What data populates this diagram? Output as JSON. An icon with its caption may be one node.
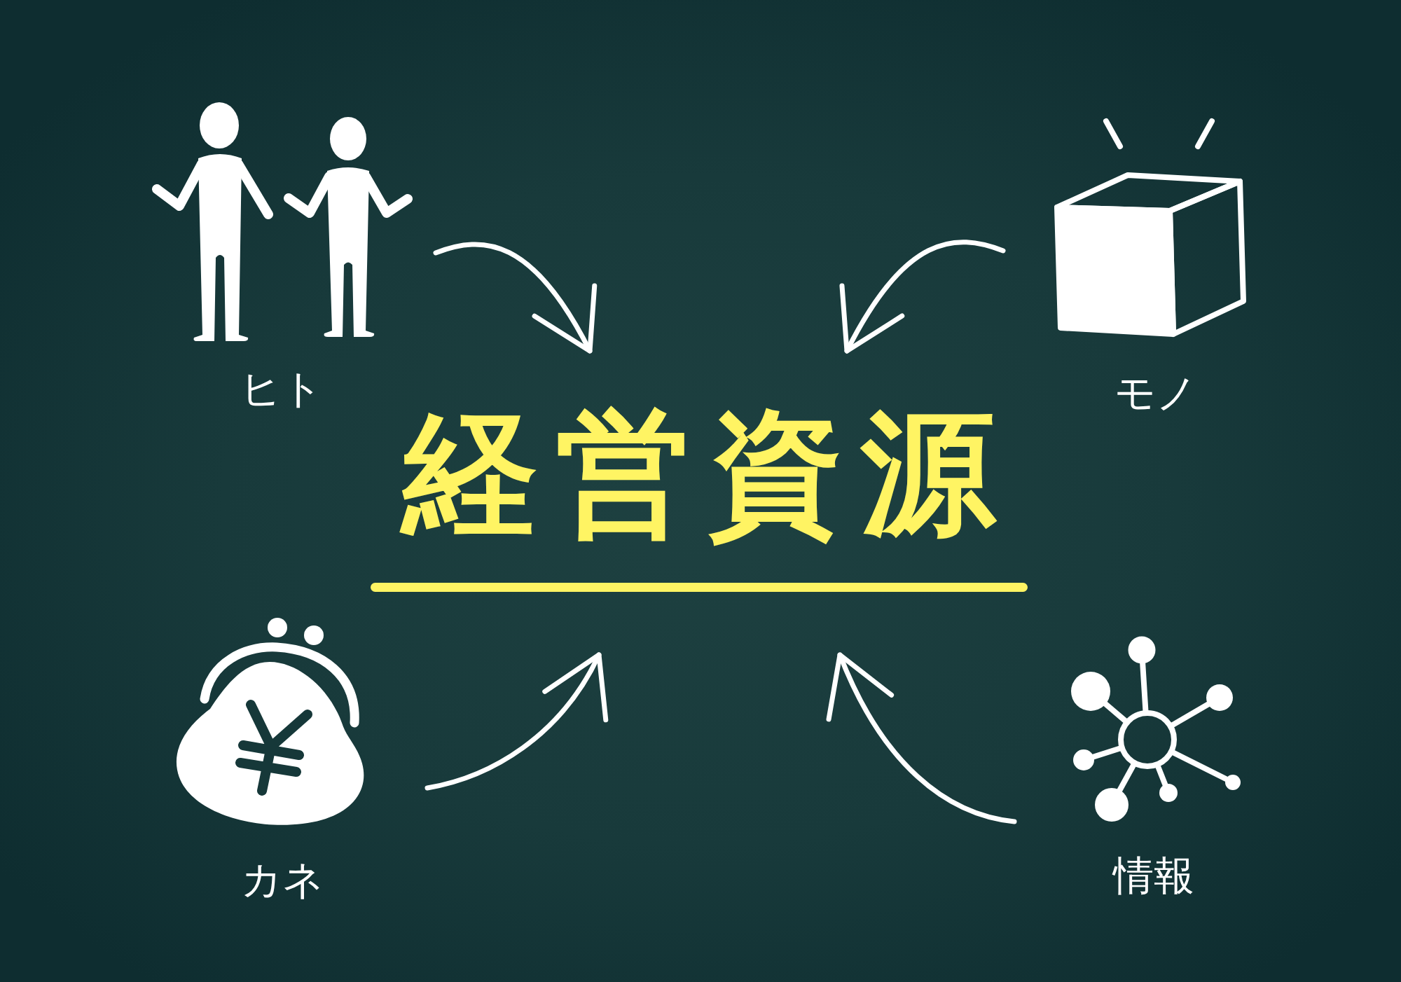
{
  "diagram": {
    "nodes": [
      {
        "text": [
          "経営資源"
        ]
      },
      {
        "text": [
          "ヒト"
        ]
      },
      {
        "text": [
          "モノ"
        ]
      },
      {
        "text": [
          "カネ"
        ]
      },
      {
        "text": [
          "情報"
        ]
      }
    ],
    "edges": [
      {
        "from": 1,
        "to": 0,
        "arrow": "to"
      },
      {
        "from": 2,
        "to": 0,
        "arrow": "to"
      },
      {
        "from": 3,
        "to": 0,
        "arrow": "to"
      },
      {
        "from": 4,
        "to": 0,
        "arrow": "to"
      }
    ]
  }
}
